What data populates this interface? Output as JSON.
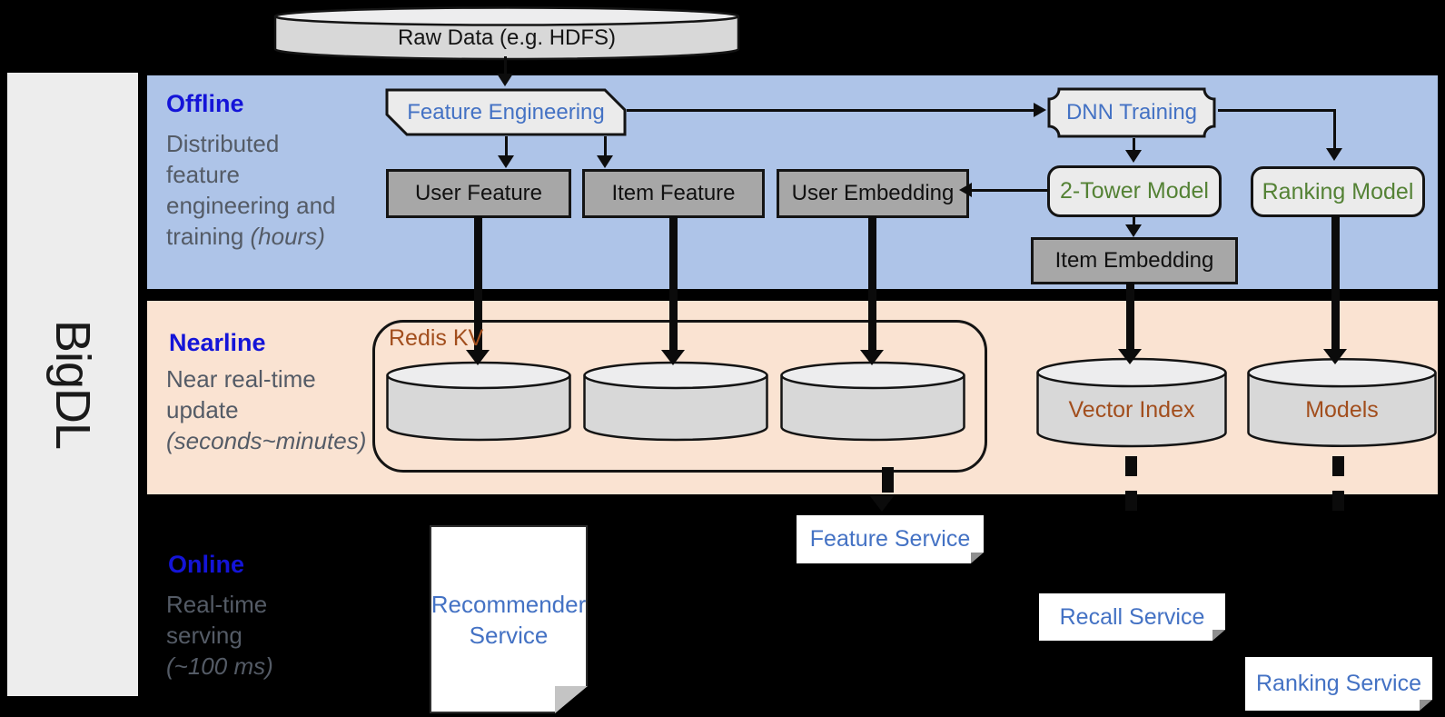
{
  "brand": {
    "name": "BigDL"
  },
  "colors": {
    "background": "#000000",
    "offline_band": "#AEC4E8",
    "nearline_band": "#FAE3D2",
    "left_bar": "#EDEDED",
    "section_title_blue": "#1414D8",
    "description_gray": "#545B66",
    "node_text_blue": "#4472C4",
    "node_text_green": "#548235",
    "storage_text_brown": "#A24E1D",
    "gray_node_fill": "#A7A7A7",
    "light_node_fill": "#EBEBEB"
  },
  "raw_data": {
    "label": "Raw Data (e.g. HDFS)"
  },
  "offline": {
    "title": "Offline",
    "description_lines": [
      "Distributed",
      "feature",
      "engineering and",
      "training"
    ],
    "description_italic": "(hours)",
    "nodes": {
      "feature_engineering": "Feature Engineering",
      "dnn_training": "DNN Training",
      "user_feature": "User Feature",
      "item_feature": "Item Feature",
      "user_embedding": "User Embedding",
      "two_tower_model": "2-Tower Model",
      "ranking_model": "Ranking Model",
      "item_embedding": "Item Embedding"
    }
  },
  "nearline": {
    "title": "Nearline",
    "description_lines": [
      "Near real-time",
      "update"
    ],
    "description_italic": "(seconds~minutes)",
    "nodes": {
      "redis_kv": "Redis KV",
      "vector_index": "Vector Index",
      "models": "Models"
    }
  },
  "online": {
    "title": "Online",
    "description_lines": [
      "Real-time",
      "serving"
    ],
    "description_italic": "(~100 ms)",
    "nodes": {
      "recommender_service": "Recommender Service",
      "feature_service": "Feature Service",
      "recall_service": "Recall Service",
      "ranking_service": "Ranking Service"
    }
  }
}
